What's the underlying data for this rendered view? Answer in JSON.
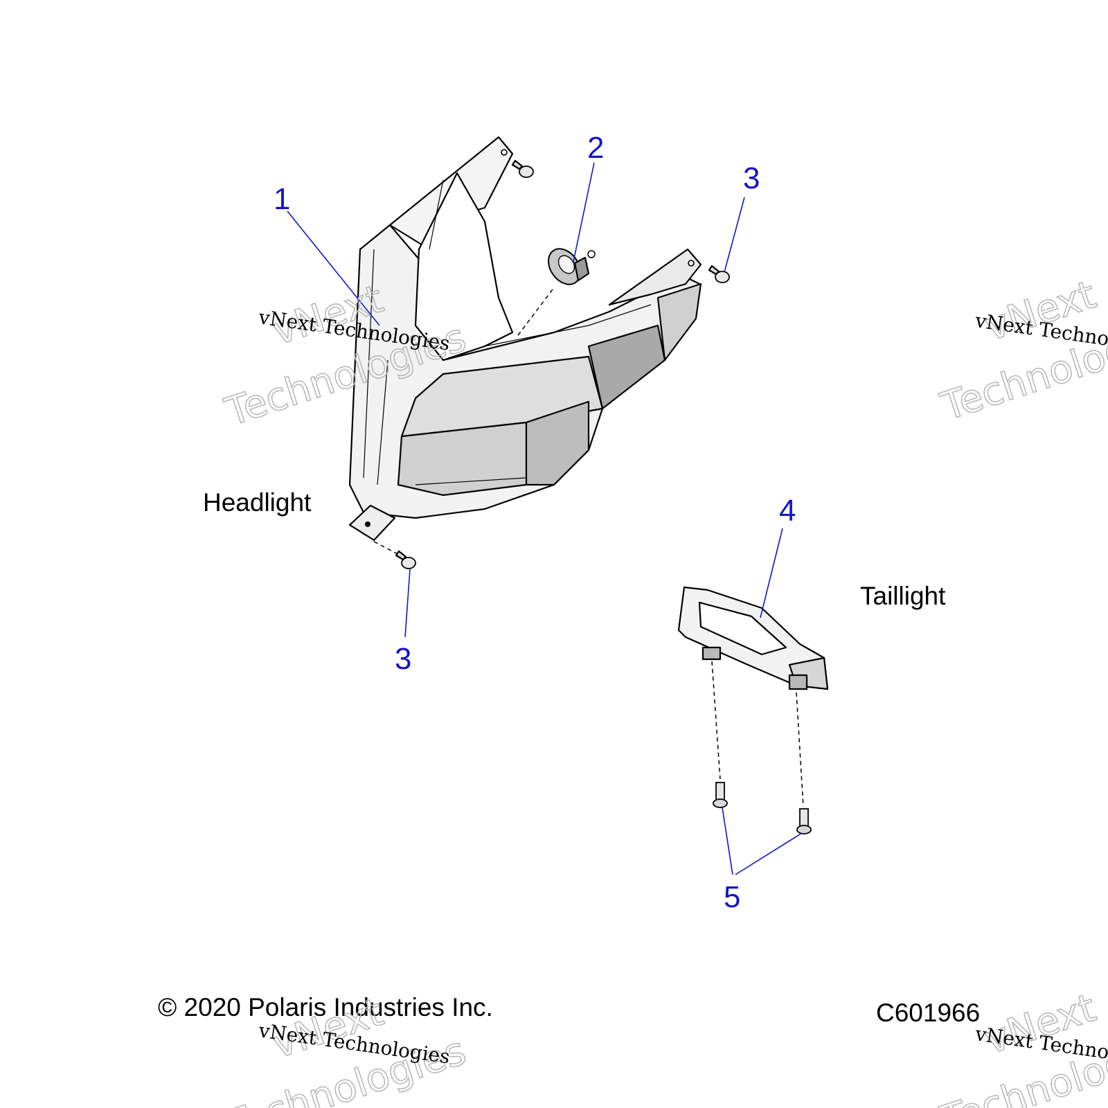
{
  "callouts": {
    "c1": "1",
    "c2": "2",
    "c3_top": "3",
    "c3_bottom": "3",
    "c4": "4",
    "c5": "5"
  },
  "labels": {
    "headlight": "Headlight",
    "taillight": "Taillight"
  },
  "footer": {
    "copyright": "© 2020 Polaris Industries Inc.",
    "diagram_code": "C601966"
  },
  "watermarks": {
    "serif_text": "vNext Technologies",
    "outline_line1": "vNext",
    "outline_line2": "Technologies"
  },
  "colors": {
    "callout": "#1515c8",
    "line": "#000000",
    "fill_light": "#f2f2f2",
    "fill_mid": "#d4d4d4",
    "fill_dark": "#a8a8a8"
  }
}
